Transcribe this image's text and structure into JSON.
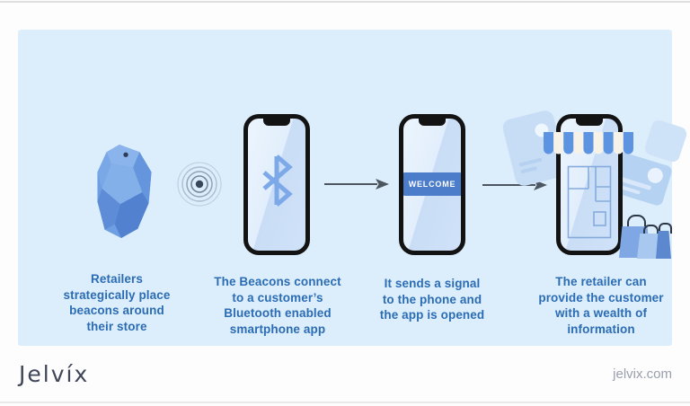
{
  "colors": {
    "panel_bg": "#dceefb",
    "caption_text": "#2b6cb4",
    "welcome_button_bg": "#4b7dcb",
    "phone_body": "#131313",
    "bluetooth_blue": "#7da9e9",
    "arrow": "#4c5560",
    "beacon_blue": "#6f9fe3"
  },
  "icons": {
    "beacon": "beacon-gem-icon",
    "signal": "radio-waves-icon",
    "bluetooth": "bluetooth-icon",
    "storefront_awning": "store-awning-icon",
    "floor_plan": "floor-plan-icon",
    "shopping_bags": "shopping-bags-icon",
    "arrow": "right-arrow-icon"
  },
  "steps": [
    {
      "id": "place-beacons",
      "caption": "Retailers\nstrategically place\nbeacons around\ntheir store"
    },
    {
      "id": "beacons-connect",
      "caption": "The Beacons connect\nto a customer’s\nBluetooth enabled\nsmartphone app"
    },
    {
      "id": "signal-opens-app",
      "screen_label": "WELCOME",
      "caption": "It sends a signal\nto the phone and\nthe app is opened"
    },
    {
      "id": "retailer-info",
      "caption": "The retailer can\nprovide the customer\nwith a wealth of\ninformation"
    }
  ],
  "footer": {
    "logo_text": "Jelvíx",
    "website": "jelvix.com"
  }
}
